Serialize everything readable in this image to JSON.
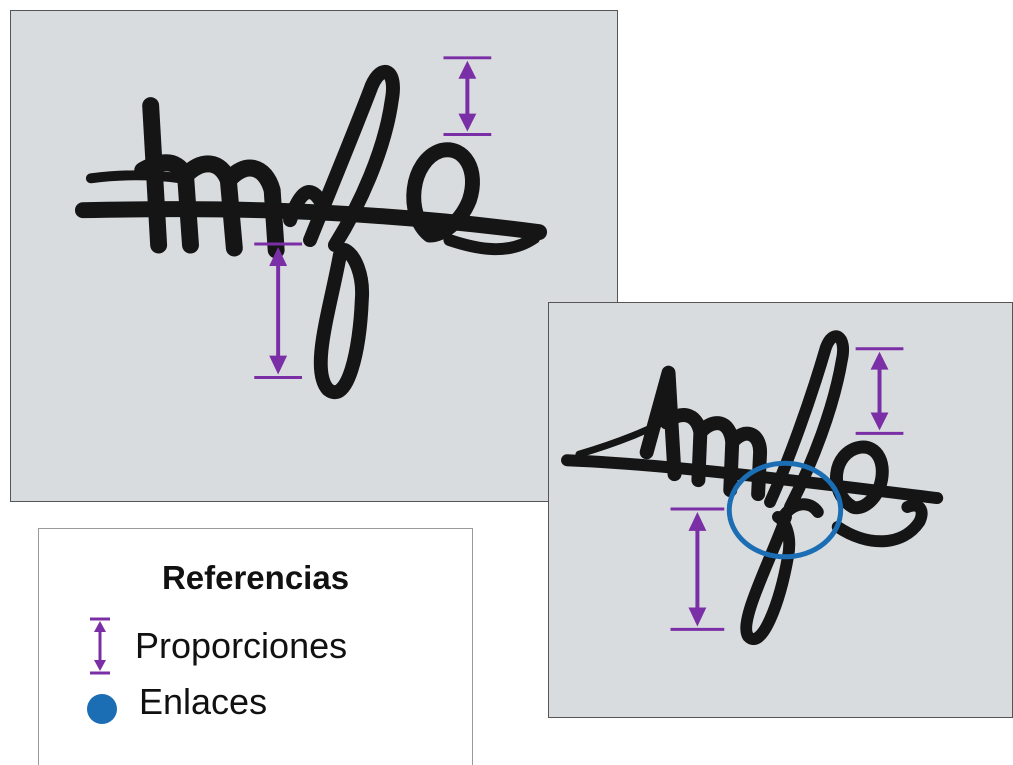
{
  "legend": {
    "title": "Referencias",
    "items": [
      {
        "label": "Proporciones",
        "symbol": "double-arrow-icon",
        "color": "#7b2fa6"
      },
      {
        "label": "Enlaces",
        "symbol": "dot-icon",
        "color": "#1b6db4"
      }
    ]
  },
  "colors": {
    "ink": "#151515",
    "paper": "#d9dcde",
    "proportion_marker": "#7b2fa6",
    "link_marker": "#1b6db4"
  }
}
